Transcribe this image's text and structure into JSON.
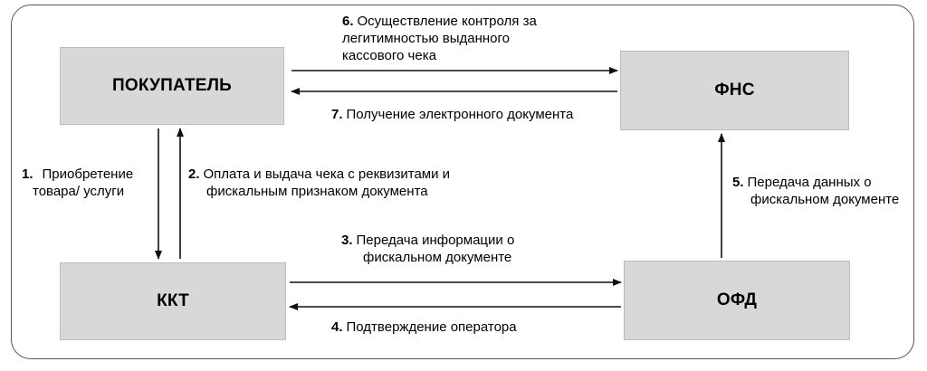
{
  "nodes": {
    "buyer": "ПОКУПАТЕЛЬ",
    "fns": "ФНС",
    "kkt": "ККТ",
    "ofd": "ОФД"
  },
  "edges": {
    "e1": {
      "num": "1.",
      "line1": "Приобретение",
      "line2": "товара/ услуги"
    },
    "e2": {
      "num": "2.",
      "line1": "Оплата и выдача чека с реквизитами и",
      "line2": "фискальным признаком документа"
    },
    "e3": {
      "num": "3.",
      "line1": "Передача информации о",
      "line2": "фискальном документе"
    },
    "e4": {
      "num": "4.",
      "line1": "Подтверждение оператора"
    },
    "e5": {
      "num": "5.",
      "line1": "Передача данных о",
      "line2": "фискальном документе"
    },
    "e6": {
      "num": "6.",
      "line1": "Осуществление контроля за",
      "line2": "легитимностью выданного",
      "line3": "кассового чека"
    },
    "e7": {
      "num": "7.",
      "line1": "Получение электронного документа"
    }
  }
}
